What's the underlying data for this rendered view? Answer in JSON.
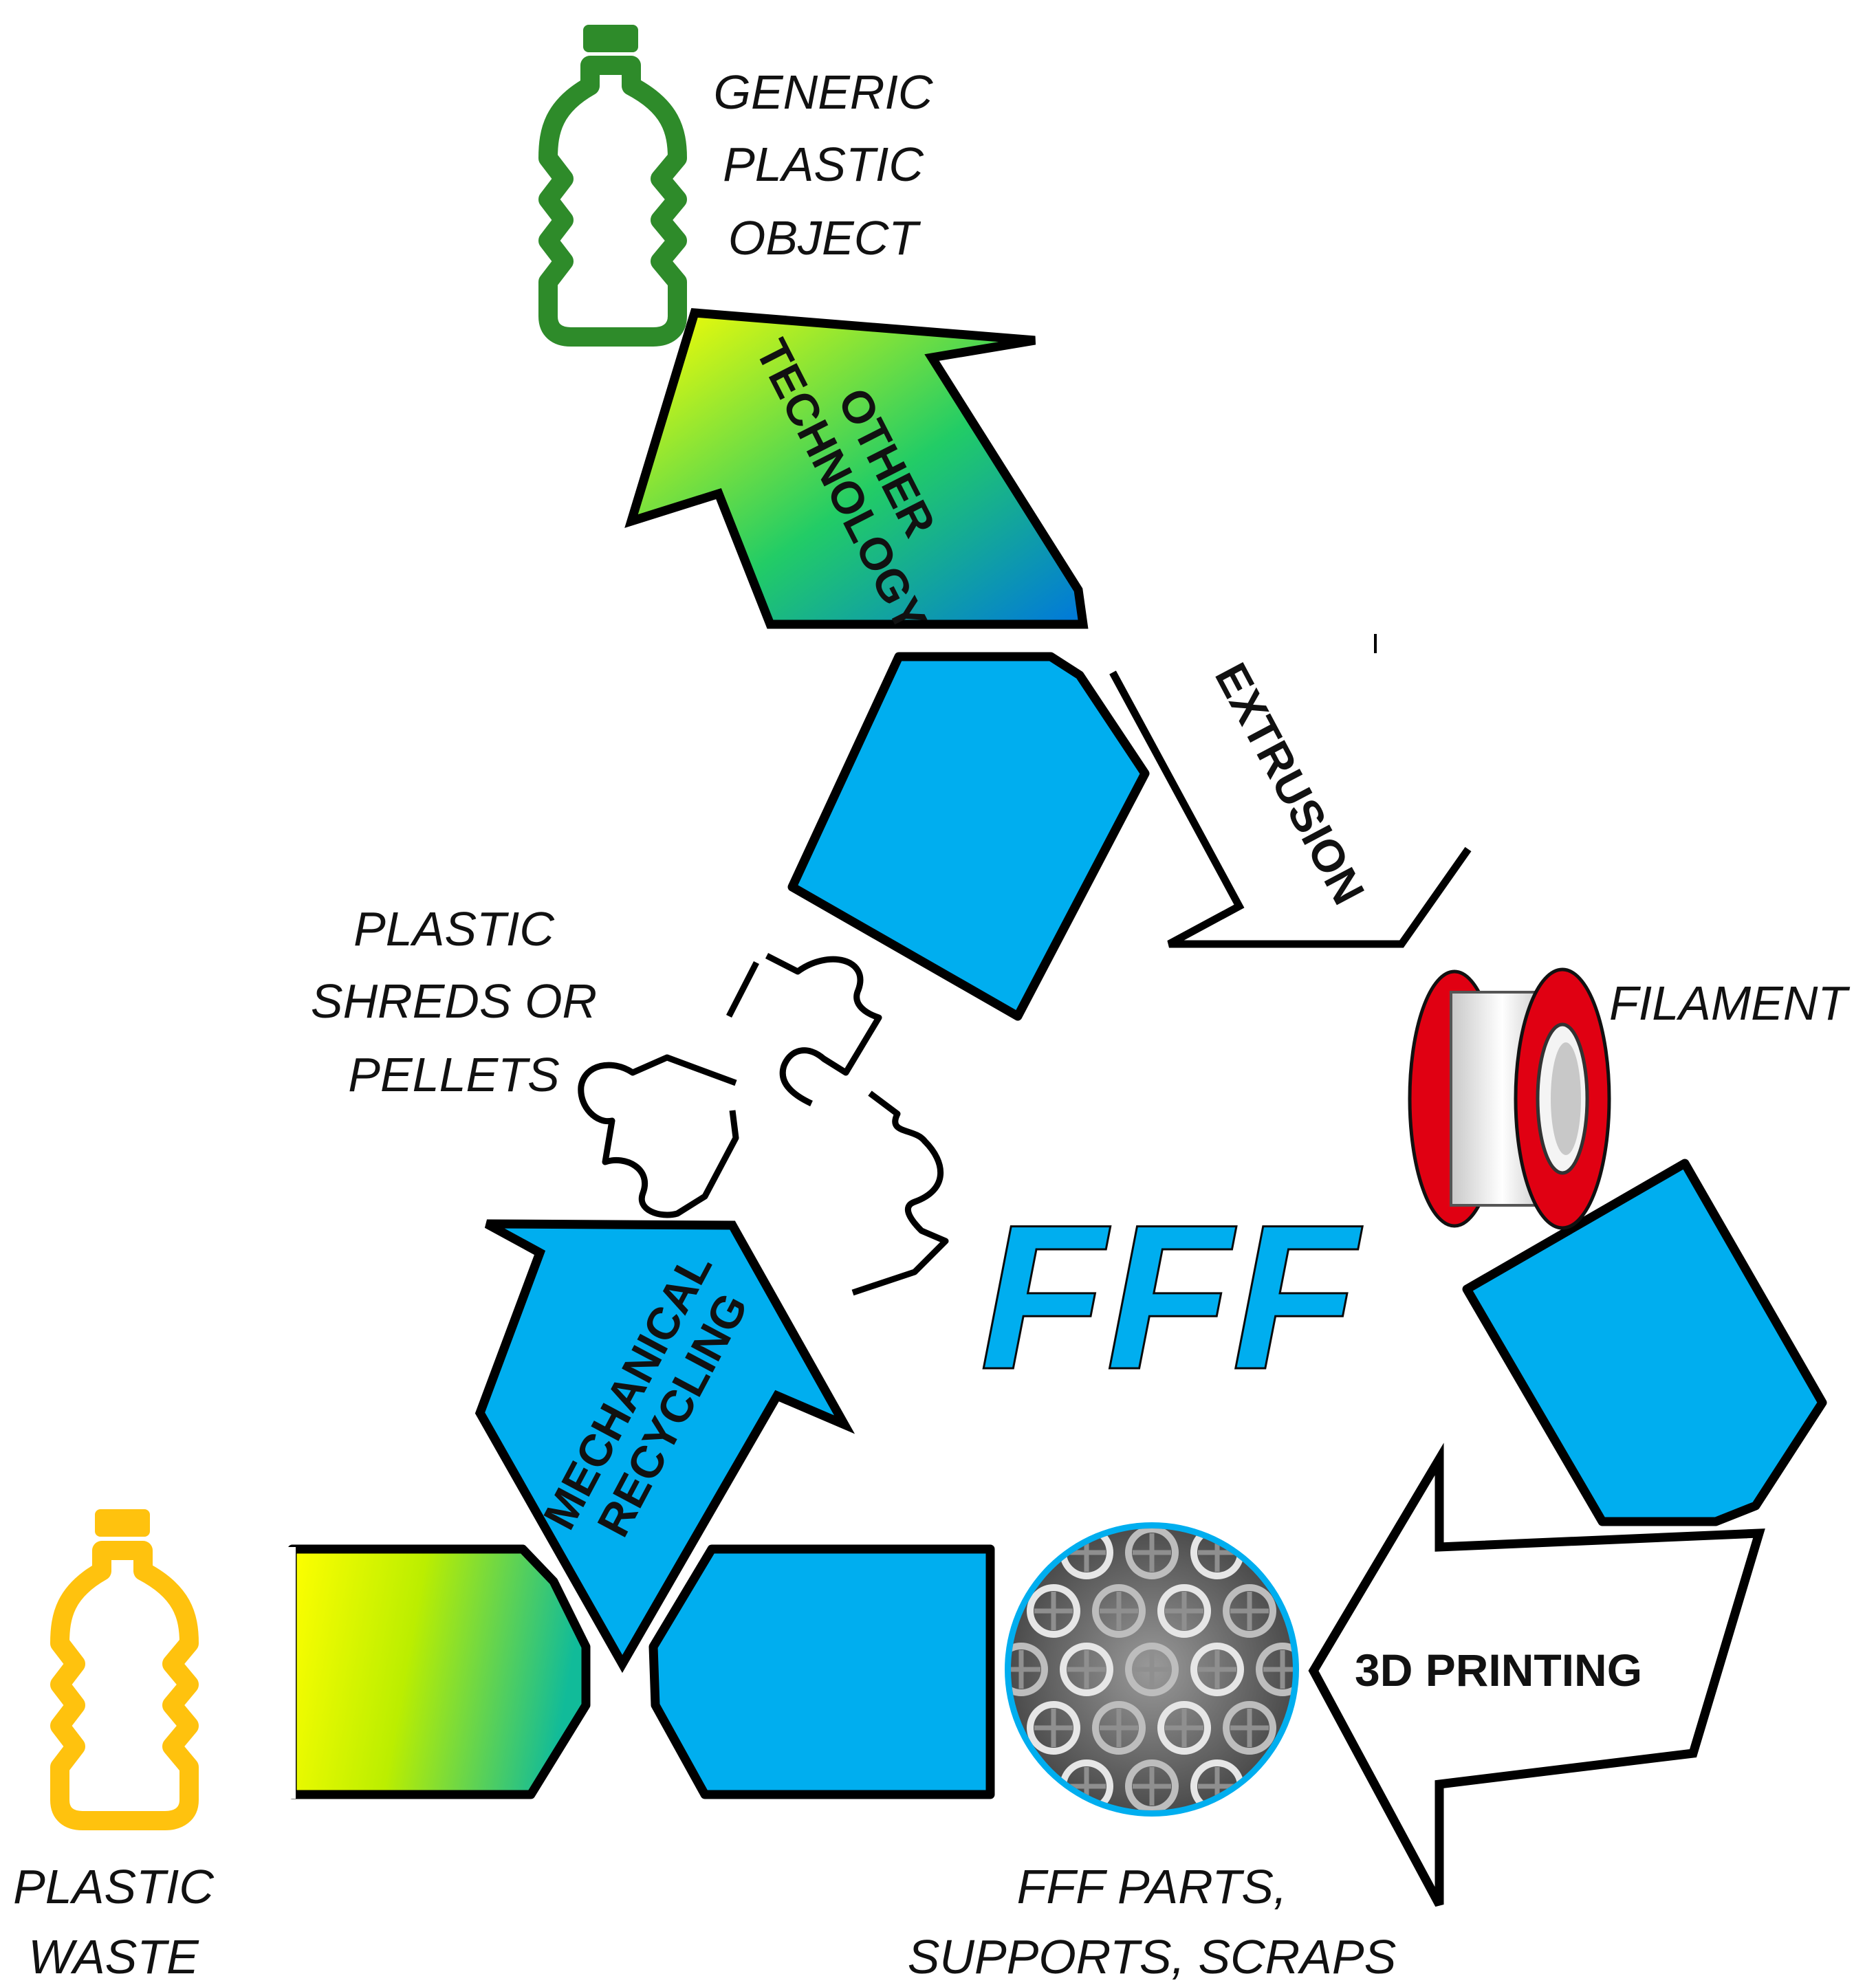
{
  "labels": {
    "generic_object": [
      "GENERIC",
      "PLASTIC",
      "OBJECT"
    ],
    "shreds": [
      "PLASTIC",
      "SHREDS OR",
      "PELLETS"
    ],
    "filament": "FILAMENT",
    "plastic_waste": [
      "PLASTIC",
      "WASTE"
    ],
    "fff_parts": [
      "FFF PARTS,",
      "SUPPORTS, SCRAPS"
    ]
  },
  "arrows": {
    "other_technology": [
      "OTHER",
      "TECHNOLOGY"
    ],
    "extrusion": "EXTRUSION",
    "mechanical_recycling": [
      "MECHANICAL",
      "RECYCLING"
    ],
    "printing": "3D PRINTING"
  },
  "center": {
    "title": "FFF"
  },
  "colors": {
    "blue": "#00aeef",
    "outline": "#000000",
    "green_bottle": "#2e8b2a",
    "yellow_bottle": "#ffc20e",
    "spool_red": "#e00012",
    "gradient_yellow": "#ffff00",
    "gradient_green": "#22cc66",
    "gradient_blue": "#0077dd"
  },
  "icons": {
    "generic_object": "bottle-icon",
    "plastic_waste": "bottle-icon",
    "filament": "spool-icon",
    "fff_parts": "printed-lattice-photo",
    "shreds": "puzzle-piece-icon"
  }
}
